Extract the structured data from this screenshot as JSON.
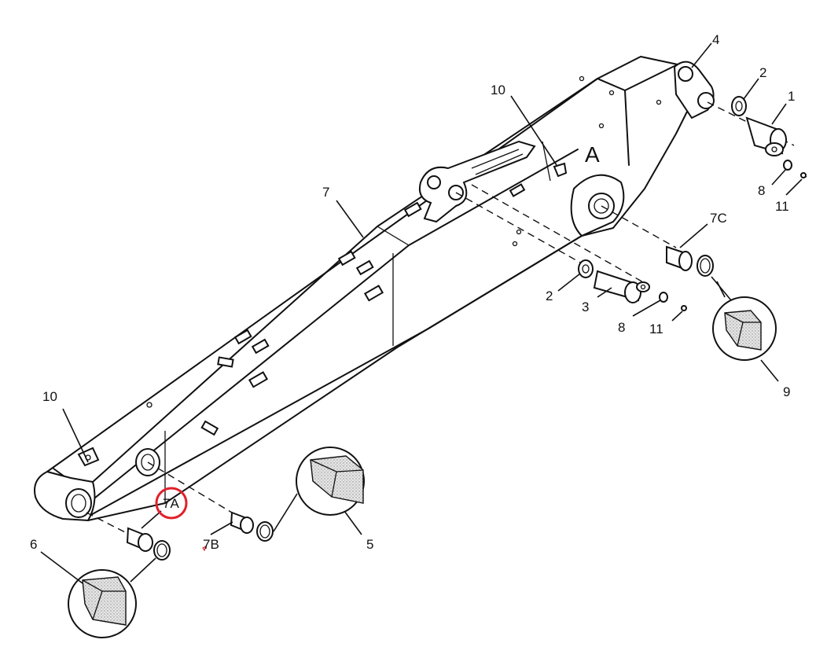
{
  "diagram": {
    "labels": {
      "p1": "1",
      "p2a": "2",
      "p2b": "2",
      "p3": "3",
      "p4": "4",
      "p5": "5",
      "p6": "6",
      "p7": "7",
      "p7A": "7A",
      "p7B": "7B",
      "p7C": "7C",
      "p8a": "8",
      "p8b": "8",
      "p9": "9",
      "p10a": "10",
      "p10b": "10",
      "p11a": "11",
      "p11b": "11",
      "viewA": "A"
    },
    "highlight_color": "#e0202a",
    "line_color": "#111111",
    "seal_fill": "#d6d6d6"
  }
}
